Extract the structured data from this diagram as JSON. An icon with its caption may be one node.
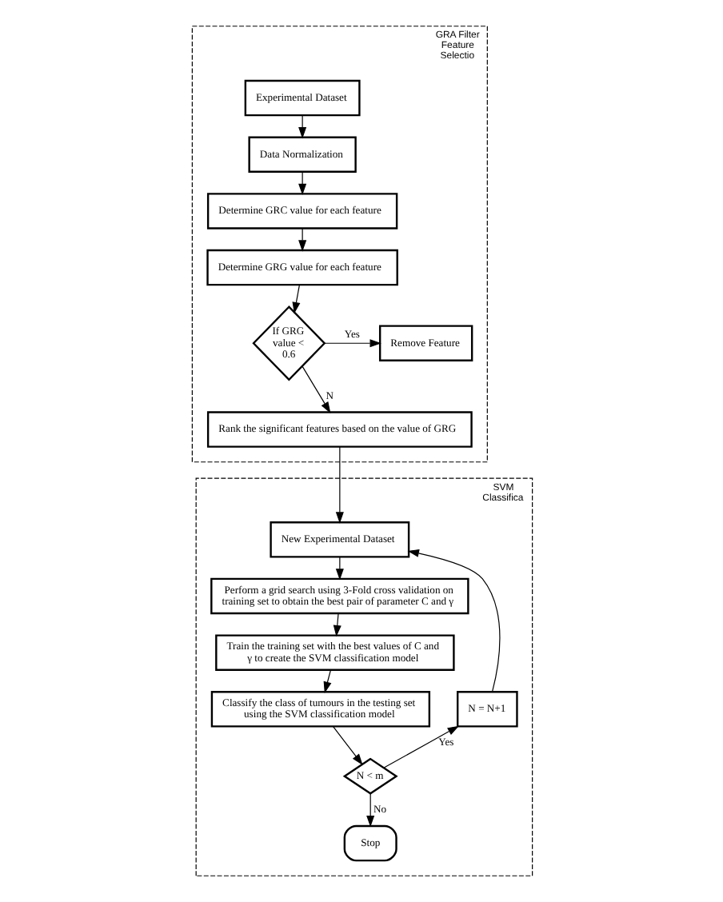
{
  "diagram": {
    "nodes": [
      {
        "text": [
          "GRA Filter Feature Selectio"
        ]
      },
      {
        "text": [
          "Experimental Dataset"
        ],
        "in": 0
      },
      {
        "text": [
          "Data Normalization"
        ],
        "in": 0
      },
      {
        "text": [
          "Determine GRC value for each feature"
        ],
        "in": 0
      },
      {
        "text": [
          "Determine GRG value for each feature"
        ],
        "in": 0
      },
      {
        "text": [
          "If GRG value < 0.6"
        ],
        "in": 0
      },
      {
        "text": [
          "Remove Feature"
        ],
        "in": 0
      },
      {
        "text": [
          "Rank the significant features based on the value of GRG"
        ],
        "in": 0
      },
      {
        "text": [
          "SVM Classifica"
        ]
      },
      {
        "text": [
          "New Experimental Dataset"
        ],
        "in": 8
      },
      {
        "text": [
          "Perform a grid search using 3-Fold cross validation on training set to obtain the best pair of parameter C and γ"
        ],
        "in": 8
      },
      {
        "text": [
          "Train the training set with the best values of C and γ to create the SVM classification model"
        ],
        "in": 8
      },
      {
        "text": [
          "Classify the class of tumours in the testing set using the SVM classification model"
        ],
        "in": 8
      },
      {
        "text": [
          "N < m"
        ],
        "in": 8
      },
      {
        "text": [
          "N = N+1"
        ],
        "in": 8
      },
      {
        "text": [
          "Stop"
        ],
        "in": 8
      }
    ],
    "edges": [
      {
        "from": 1,
        "to": 2,
        "arrow": "to"
      },
      {
        "from": 2,
        "to": 3,
        "arrow": "to"
      },
      {
        "from": 3,
        "to": 4,
        "arrow": "to"
      },
      {
        "from": 4,
        "to": 5,
        "arrow": "to"
      },
      {
        "from": 5,
        "to": 6,
        "arrow": "to",
        "label": "Yes"
      },
      {
        "from": 5,
        "to": 7,
        "arrow": "to",
        "label": "N"
      },
      {
        "from": 7,
        "to": 9,
        "arrow": "to"
      },
      {
        "from": 9,
        "to": 10,
        "arrow": "to"
      },
      {
        "from": 10,
        "to": 11,
        "arrow": "to"
      },
      {
        "from": 11,
        "to": 12,
        "arrow": "to"
      },
      {
        "from": 12,
        "to": 13,
        "arrow": "to"
      },
      {
        "from": 13,
        "to": 14,
        "arrow": "to",
        "label": "Yes"
      },
      {
        "from": 14,
        "to": 9,
        "arrow": "to"
      },
      {
        "from": 13,
        "to": 15,
        "arrow": "to",
        "label": "No"
      }
    ]
  }
}
